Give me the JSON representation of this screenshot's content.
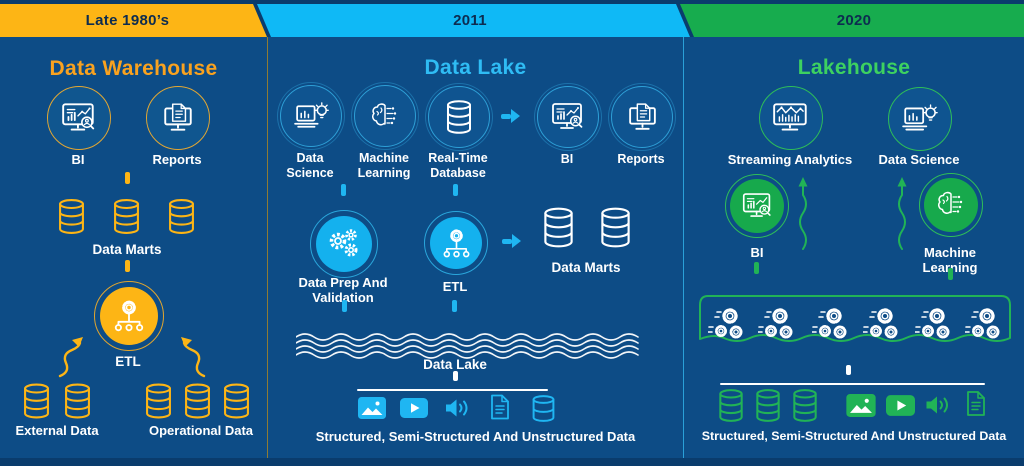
{
  "colors": {
    "frame_navy": "#0a3c6d",
    "panel_blue": "#0d4c86",
    "warehouse_yellow": "#fdb515",
    "warehouse_title_orange": "#f9a21f",
    "lake_cyan": "#0fb9f6",
    "lake_title_cyan": "#2fbcf4",
    "lakehouse_green": "#17ac4e",
    "lakehouse_title_green": "#3dd160",
    "era_text": "#0d2c50",
    "label_white": "#ffffff"
  },
  "header": {
    "eras": [
      "Late 1980’s",
      "2011",
      "2020"
    ]
  },
  "warehouse": {
    "title": "Data Warehouse",
    "bi": "BI",
    "reports": "Reports",
    "data_marts": "Data Marts",
    "etl": "ETL",
    "external_data": "External Data",
    "operational_data": "Operational Data"
  },
  "lake": {
    "title": "Data Lake",
    "data_science": "Data Science",
    "machine_learning": "Machine Learning",
    "realtime_database": "Real-Time Database",
    "bi": "BI",
    "reports": "Reports",
    "data_prep": "Data Prep And Validation",
    "etl": "ETL",
    "data_marts": "Data Marts",
    "lake_label": "Data Lake",
    "source_label": "Structured, Semi-Structured And Unstructured Data"
  },
  "lakehouse": {
    "title": "Lakehouse",
    "streaming_analytics": "Streaming Analytics",
    "data_science": "Data Science",
    "bi": "BI",
    "machine_learning": "Machine Learning",
    "source_label": "Structured, Semi-Structured And Unstructured Data"
  },
  "icons": {
    "bi": "monitor-chart-magnifier-icon",
    "reports": "monitor-document-icon",
    "data_science": "laptop-bulb-icon",
    "machine_learning": "brain-circuit-icon",
    "database": "database-cylinder-icon",
    "etl": "gear-network-icon",
    "data_prep": "gears-icon",
    "streaming_analytics": "monitor-wave-icon",
    "image": "image-icon",
    "video": "video-play-icon",
    "audio": "speaker-icon",
    "document": "document-icon",
    "processing": "gear-cluster-icon"
  }
}
